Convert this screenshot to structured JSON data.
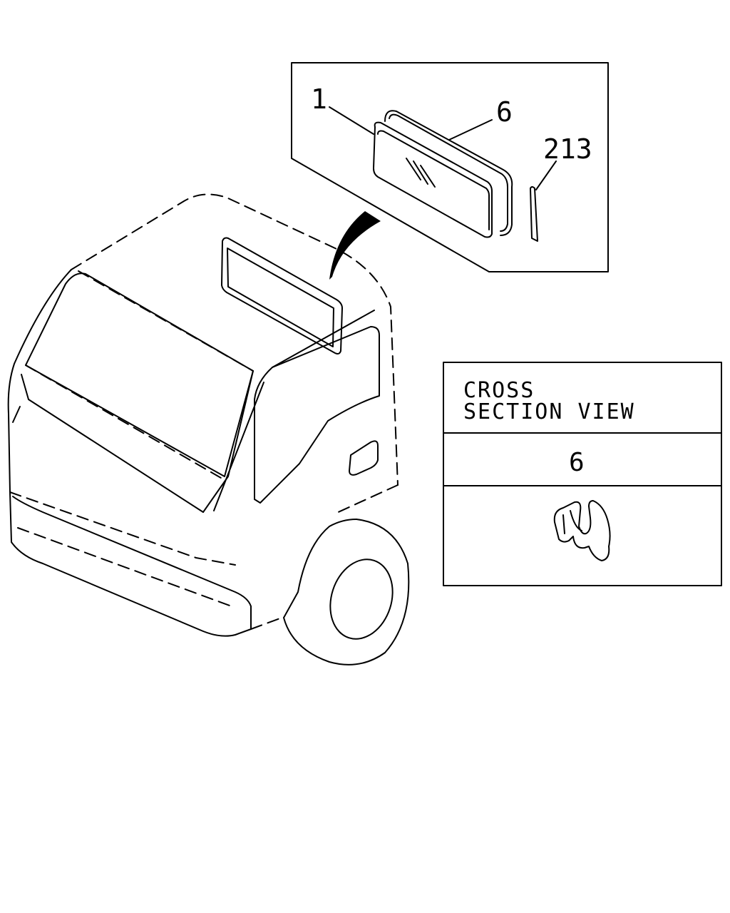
{
  "callouts": {
    "glass": "1",
    "weatherstrip": "6",
    "sealant": "213"
  },
  "section_box": {
    "title_line1": "CROSS",
    "title_line2": "SECTION VIEW",
    "part_number": "6"
  },
  "colors": {
    "line": "#000000",
    "background": "#ffffff"
  }
}
